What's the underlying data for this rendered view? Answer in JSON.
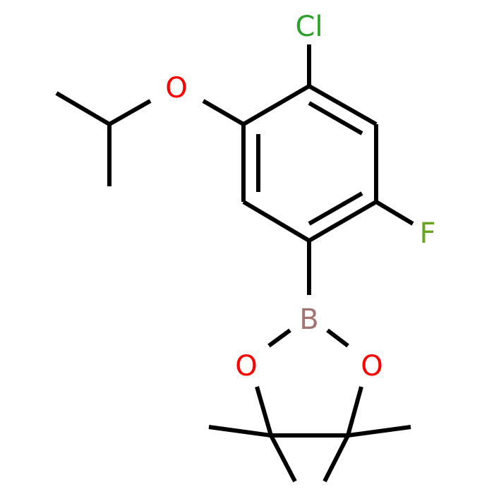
{
  "molecule": {
    "atoms": {
      "cl": {
        "text": "Cl",
        "color": "#2ca02c"
      },
      "o_ether": {
        "text": "O",
        "color": "#ff0000"
      },
      "f": {
        "text": "F",
        "color": "#66a61e"
      },
      "b": {
        "text": "B",
        "color": "#a37474"
      },
      "o_left": {
        "text": "O",
        "color": "#ff0000"
      },
      "o_right": {
        "text": "O",
        "color": "#ff0000"
      }
    },
    "bond_color": "#000000"
  }
}
